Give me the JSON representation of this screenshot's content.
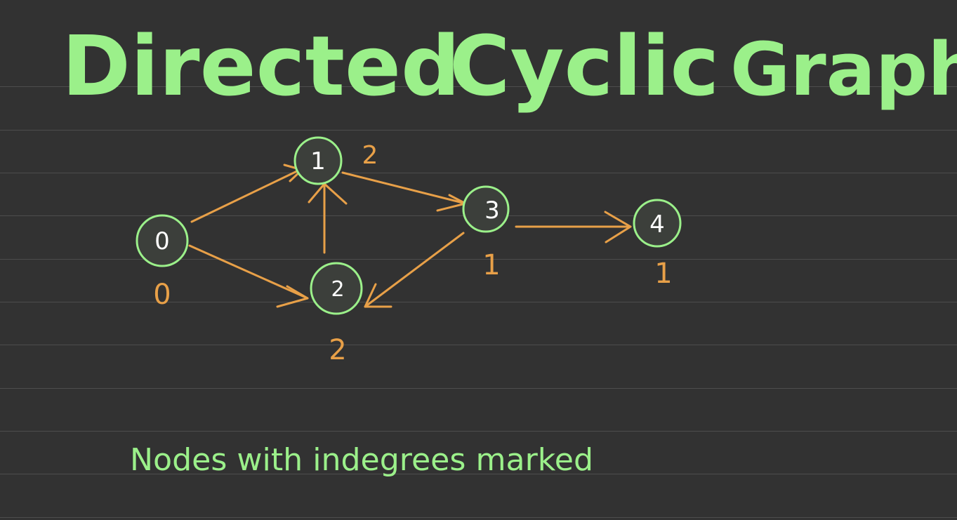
{
  "title": {
    "word1": "Directed",
    "word2": "Cyclic",
    "word3": "Graph"
  },
  "nodes": [
    {
      "id": "0",
      "label": "0",
      "indegree": "0"
    },
    {
      "id": "1",
      "label": "1",
      "indegree": "2"
    },
    {
      "id": "2",
      "label": "2",
      "indegree": "2"
    },
    {
      "id": "3",
      "label": "3",
      "indegree": "1"
    },
    {
      "id": "4",
      "label": "4",
      "indegree": "1"
    }
  ],
  "edges": [
    {
      "from": "0",
      "to": "1"
    },
    {
      "from": "0",
      "to": "2"
    },
    {
      "from": "2",
      "to": "1"
    },
    {
      "from": "1",
      "to": "3"
    },
    {
      "from": "3",
      "to": "2"
    },
    {
      "from": "3",
      "to": "4"
    }
  ],
  "caption": "Nodes with indegrees marked",
  "colors": {
    "background": "#323232",
    "ruled_line": "#4d4d4d",
    "title_green": "#9bf08a",
    "node_fill": "#3c3f3b",
    "node_stroke": "#9bf08a",
    "node_text": "#ffffff",
    "edge_orange": "#e8a048",
    "indegree_orange": "#e8a048",
    "caption_green": "#9bf08a"
  }
}
